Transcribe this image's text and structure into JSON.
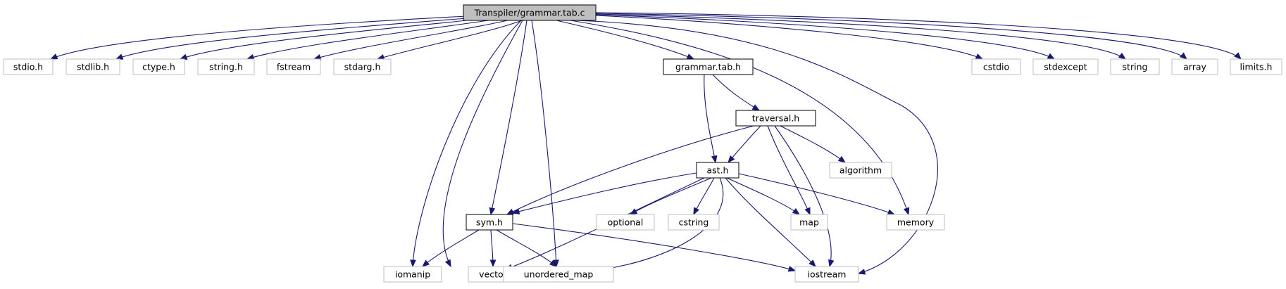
{
  "diagram": {
    "type": "include-dependency-graph",
    "colors": {
      "edge": "#191970",
      "root_fill": "#bfbfbf",
      "external_border": "#bfbfbf",
      "documented_border": "#000000"
    },
    "nodes": [
      {
        "id": "root",
        "label": "Transpiler/grammar.tab.c",
        "kind": "root"
      },
      {
        "id": "stdio_h",
        "label": "stdio.h",
        "kind": "external"
      },
      {
        "id": "stdlib_h",
        "label": "stdlib.h",
        "kind": "external"
      },
      {
        "id": "ctype_h",
        "label": "ctype.h",
        "kind": "external"
      },
      {
        "id": "string_h",
        "label": "string.h",
        "kind": "external"
      },
      {
        "id": "fstream",
        "label": "fstream",
        "kind": "external"
      },
      {
        "id": "stdarg_h",
        "label": "stdarg.h",
        "kind": "external"
      },
      {
        "id": "grammar_tab_h",
        "label": "grammar.tab.h",
        "kind": "documented"
      },
      {
        "id": "cstdio",
        "label": "cstdio",
        "kind": "external"
      },
      {
        "id": "stdexcept",
        "label": "stdexcept",
        "kind": "external"
      },
      {
        "id": "string",
        "label": "string",
        "kind": "external"
      },
      {
        "id": "array",
        "label": "array",
        "kind": "external"
      },
      {
        "id": "limits_h",
        "label": "limits.h",
        "kind": "external"
      },
      {
        "id": "traversal_h",
        "label": "traversal.h",
        "kind": "documented"
      },
      {
        "id": "ast_h",
        "label": "ast.h",
        "kind": "documented"
      },
      {
        "id": "algorithm",
        "label": "algorithm",
        "kind": "external"
      },
      {
        "id": "optional",
        "label": "optional",
        "kind": "external"
      },
      {
        "id": "cstring",
        "label": "cstring",
        "kind": "external"
      },
      {
        "id": "map",
        "label": "map",
        "kind": "external"
      },
      {
        "id": "memory",
        "label": "memory",
        "kind": "external"
      },
      {
        "id": "sym_h",
        "label": "sym.h",
        "kind": "documented"
      },
      {
        "id": "iomanip",
        "label": "iomanip",
        "kind": "external"
      },
      {
        "id": "vector",
        "label": "vector",
        "kind": "external"
      },
      {
        "id": "unordered_map",
        "label": "unordered_map",
        "kind": "external"
      },
      {
        "id": "iostream",
        "label": "iostream",
        "kind": "external"
      }
    ],
    "edges": [
      {
        "from": "root",
        "to": "stdio_h"
      },
      {
        "from": "root",
        "to": "stdlib_h"
      },
      {
        "from": "root",
        "to": "ctype_h"
      },
      {
        "from": "root",
        "to": "string_h"
      },
      {
        "from": "root",
        "to": "fstream"
      },
      {
        "from": "root",
        "to": "stdarg_h"
      },
      {
        "from": "root",
        "to": "grammar_tab_h"
      },
      {
        "from": "root",
        "to": "cstdio"
      },
      {
        "from": "root",
        "to": "stdexcept"
      },
      {
        "from": "root",
        "to": "string"
      },
      {
        "from": "root",
        "to": "array"
      },
      {
        "from": "root",
        "to": "limits_h"
      },
      {
        "from": "root",
        "to": "memory"
      },
      {
        "from": "root",
        "to": "iostream"
      },
      {
        "from": "root",
        "to": "iomanip"
      },
      {
        "from": "root",
        "to": "vector"
      },
      {
        "from": "root",
        "to": "sym_h"
      },
      {
        "from": "root",
        "to": "unordered_map"
      },
      {
        "from": "grammar_tab_h",
        "to": "traversal_h"
      },
      {
        "from": "grammar_tab_h",
        "to": "ast_h"
      },
      {
        "from": "traversal_h",
        "to": "ast_h"
      },
      {
        "from": "traversal_h",
        "to": "algorithm"
      },
      {
        "from": "traversal_h",
        "to": "sym_h"
      },
      {
        "from": "traversal_h",
        "to": "map"
      },
      {
        "from": "traversal_h",
        "to": "iostream"
      },
      {
        "from": "ast_h",
        "to": "sym_h"
      },
      {
        "from": "ast_h",
        "to": "optional"
      },
      {
        "from": "ast_h",
        "to": "cstring"
      },
      {
        "from": "ast_h",
        "to": "map"
      },
      {
        "from": "ast_h",
        "to": "memory"
      },
      {
        "from": "ast_h",
        "to": "iostream"
      },
      {
        "from": "ast_h",
        "to": "vector"
      },
      {
        "from": "ast_h",
        "to": "unordered_map"
      },
      {
        "from": "sym_h",
        "to": "iomanip"
      },
      {
        "from": "sym_h",
        "to": "vector"
      },
      {
        "from": "sym_h",
        "to": "unordered_map"
      },
      {
        "from": "sym_h",
        "to": "iostream"
      }
    ]
  }
}
